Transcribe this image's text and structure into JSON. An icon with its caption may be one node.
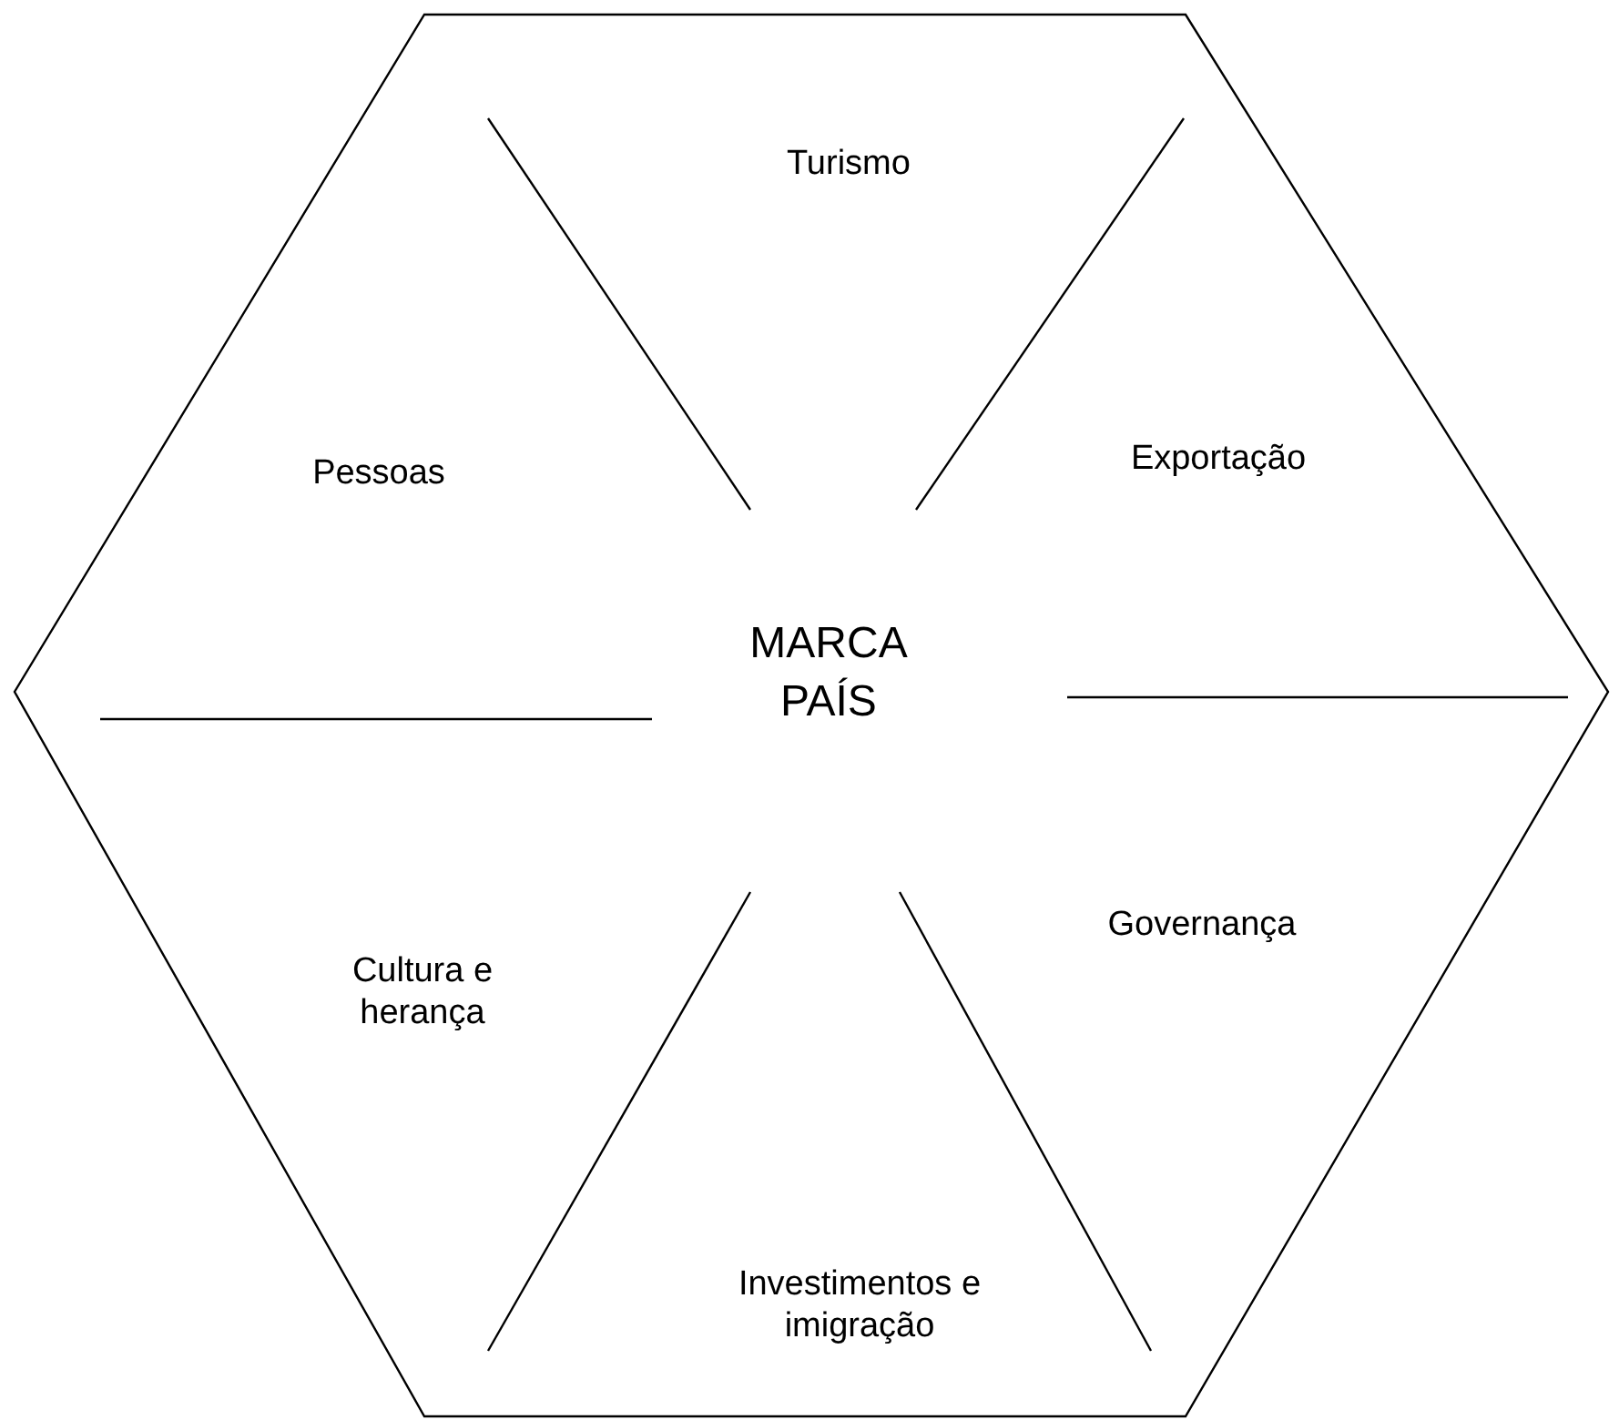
{
  "diagram": {
    "nodes": [
      {
        "text": [
          "Turismo",
          "Pessoas",
          "Exportação",
          "MARCA PAÍS",
          "Cultura e herança",
          "Governança",
          "Investimentos e imigração"
        ]
      }
    ]
  }
}
